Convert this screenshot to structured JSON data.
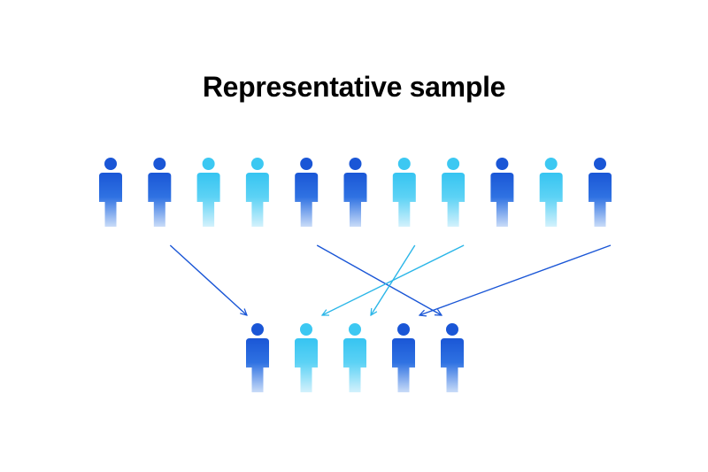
{
  "title": "Representative sample",
  "colors": {
    "dark_blue": "#1a56d6",
    "light_blue": "#3cc8f2",
    "background": "#ffffff"
  },
  "icon": "person-icon",
  "population": [
    "dark",
    "dark",
    "light",
    "light",
    "dark",
    "dark",
    "light",
    "light",
    "dark",
    "light",
    "dark"
  ],
  "sample": [
    "dark",
    "light",
    "light",
    "dark",
    "dark"
  ],
  "selections": [
    {
      "from_person": 2,
      "to_person": 1,
      "color": "dark"
    },
    {
      "from_person": 5,
      "to_person": 5,
      "color": "dark"
    },
    {
      "from_person": 7,
      "to_person": 3,
      "color": "light"
    },
    {
      "from_person": 8,
      "to_person": 2,
      "color": "light"
    },
    {
      "from_person": 11,
      "to_person": 4,
      "color": "dark"
    }
  ]
}
